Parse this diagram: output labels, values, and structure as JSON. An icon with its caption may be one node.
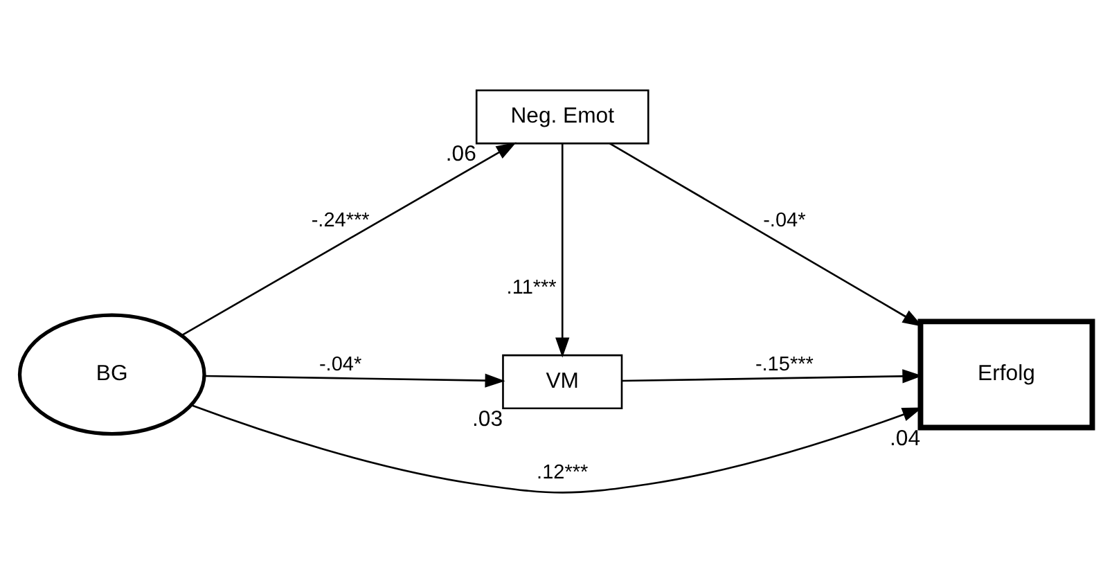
{
  "diagram": {
    "nodes": [
      {
        "text": [
          "Neg. Emot"
        ],
        "beside": [
          ".06"
        ]
      },
      {
        "text": [
          "VM"
        ],
        "beside": [
          ".03"
        ]
      },
      {
        "text": [
          "BG"
        ]
      },
      {
        "text": [
          "Erfolg"
        ],
        "beside": [
          ".04"
        ]
      }
    ],
    "edges": [
      {
        "from": 2,
        "to": 0,
        "arrow": "to",
        "label": "-.24***"
      },
      {
        "from": 0,
        "to": 1,
        "arrow": "to",
        "label": ".11***"
      },
      {
        "from": 2,
        "to": 1,
        "arrow": "to",
        "label": "-.04*"
      },
      {
        "from": 0,
        "to": 3,
        "arrow": "to",
        "label": "-.04*"
      },
      {
        "from": 1,
        "to": 3,
        "arrow": "to",
        "label": "-.15***"
      },
      {
        "from": 2,
        "to": 3,
        "arrow": "to",
        "label": ".12***"
      }
    ]
  }
}
